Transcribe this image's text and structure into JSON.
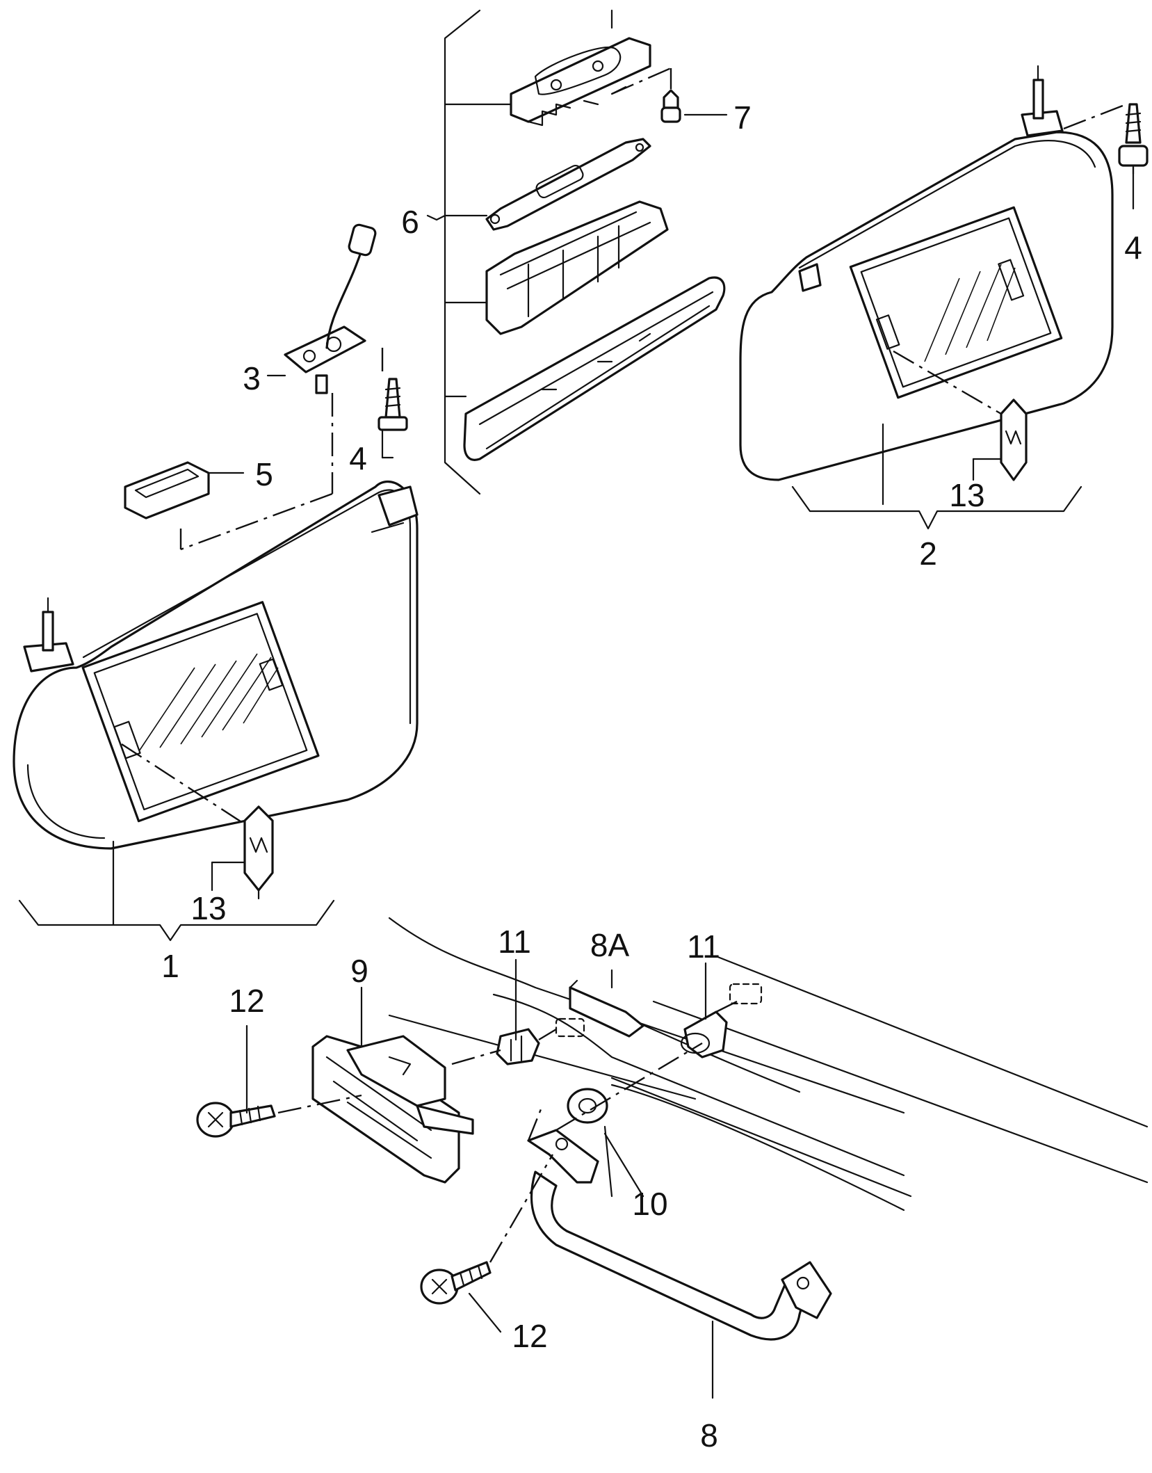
{
  "callouts": {
    "c1": "1",
    "c2": "2",
    "c3": "3",
    "c4a": "4",
    "c4b": "4",
    "c5": "5",
    "c6": "6",
    "c7": "7",
    "c8": "8",
    "c8a": "8A",
    "c9": "9",
    "c10": "10",
    "c11a": "11",
    "c11b": "11",
    "c12a": "12",
    "c12b": "12",
    "c13a": "13",
    "c13b": "13"
  },
  "colors": {
    "line": "#111111",
    "background": "#ffffff"
  }
}
